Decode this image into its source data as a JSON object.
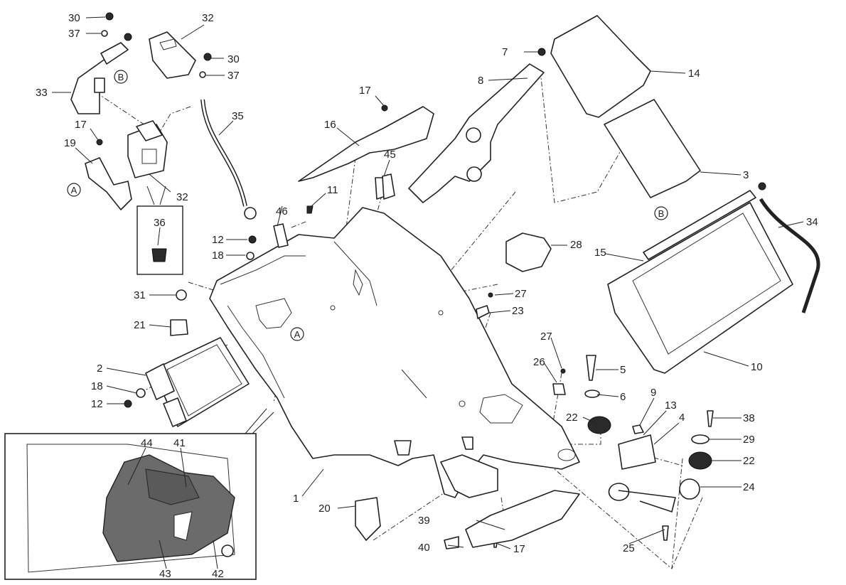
{
  "diagram": {
    "type": "exploded-parts-view",
    "callouts": [
      {
        "id": "c30a",
        "label": "30"
      },
      {
        "id": "c37a",
        "label": "37"
      },
      {
        "id": "c33",
        "label": "33"
      },
      {
        "id": "c17a",
        "label": "17"
      },
      {
        "id": "c19",
        "label": "19"
      },
      {
        "id": "c32a",
        "label": "32"
      },
      {
        "id": "c30b",
        "label": "30"
      },
      {
        "id": "c37b",
        "label": "37"
      },
      {
        "id": "c35",
        "label": "35"
      },
      {
        "id": "c32b",
        "label": "32"
      },
      {
        "id": "c36",
        "label": "36"
      },
      {
        "id": "c46",
        "label": "46"
      },
      {
        "id": "c11",
        "label": "11"
      },
      {
        "id": "c12a",
        "label": "12"
      },
      {
        "id": "c18a",
        "label": "18"
      },
      {
        "id": "c31",
        "label": "31"
      },
      {
        "id": "c21",
        "label": "21"
      },
      {
        "id": "c2",
        "label": "2"
      },
      {
        "id": "c18b",
        "label": "18"
      },
      {
        "id": "c12b",
        "label": "12"
      },
      {
        "id": "c17b",
        "label": "17"
      },
      {
        "id": "c16",
        "label": "16"
      },
      {
        "id": "c45",
        "label": "45"
      },
      {
        "id": "c7",
        "label": "7"
      },
      {
        "id": "c8",
        "label": "8"
      },
      {
        "id": "c14",
        "label": "14"
      },
      {
        "id": "c3",
        "label": "3"
      },
      {
        "id": "c34",
        "label": "34"
      },
      {
        "id": "c15",
        "label": "15"
      },
      {
        "id": "c28",
        "label": "28"
      },
      {
        "id": "c10",
        "label": "10"
      },
      {
        "id": "c27a",
        "label": "27"
      },
      {
        "id": "c23",
        "label": "23"
      },
      {
        "id": "c27b",
        "label": "27"
      },
      {
        "id": "c26",
        "label": "26"
      },
      {
        "id": "c5",
        "label": "5"
      },
      {
        "id": "c6",
        "label": "6"
      },
      {
        "id": "c22a",
        "label": "22"
      },
      {
        "id": "c9",
        "label": "9"
      },
      {
        "id": "c13",
        "label": "13"
      },
      {
        "id": "c4",
        "label": "4"
      },
      {
        "id": "c38",
        "label": "38"
      },
      {
        "id": "c29",
        "label": "29"
      },
      {
        "id": "c22b",
        "label": "22"
      },
      {
        "id": "c24",
        "label": "24"
      },
      {
        "id": "c25",
        "label": "25"
      },
      {
        "id": "c1",
        "label": "1"
      },
      {
        "id": "c20",
        "label": "20"
      },
      {
        "id": "c39",
        "label": "39"
      },
      {
        "id": "c40",
        "label": "40"
      },
      {
        "id": "c17c",
        "label": "17"
      },
      {
        "id": "c44",
        "label": "44"
      },
      {
        "id": "c41",
        "label": "41"
      },
      {
        "id": "c43",
        "label": "43"
      },
      {
        "id": "c42",
        "label": "42"
      }
    ],
    "reference_markers": [
      {
        "id": "refB1",
        "label": "B"
      },
      {
        "id": "refA1",
        "label": "A"
      },
      {
        "id": "refA2",
        "label": "A"
      },
      {
        "id": "refB2",
        "label": "B"
      }
    ]
  }
}
